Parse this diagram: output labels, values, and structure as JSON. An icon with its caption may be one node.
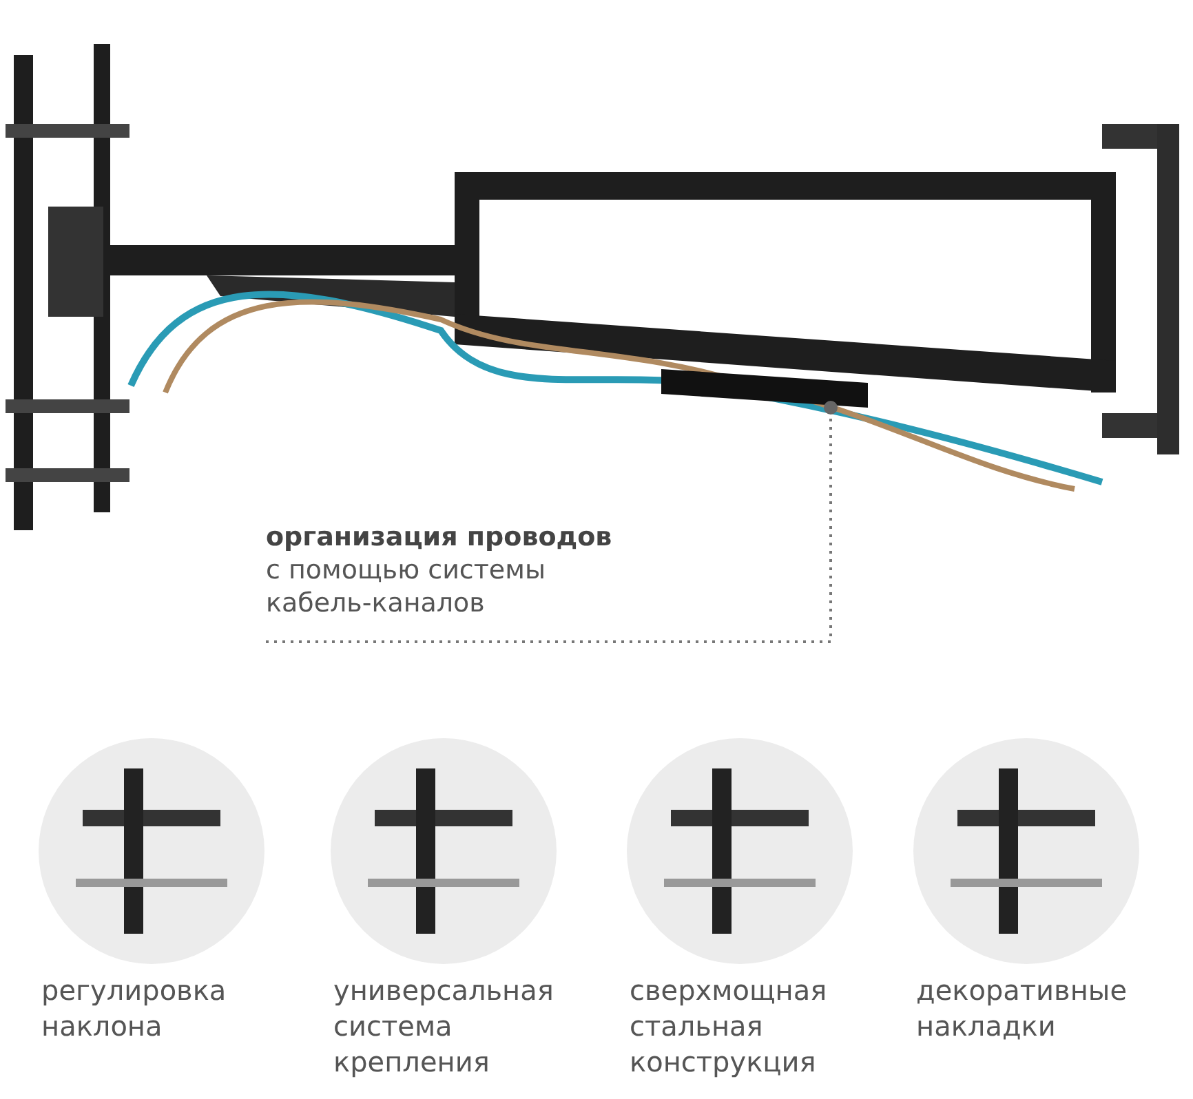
{
  "diagram": {
    "nodes": [
      {
        "text": [
          "организация проводов",
          "с помощью системы кабель-каналов"
        ]
      },
      {
        "text": [],
        "shape": "bar"
      },
      {
        "text": [],
        "shape": "picture",
        "beside": [
          "регулировка наклона"
        ]
      },
      {
        "text": [],
        "shape": "picture",
        "beside": [
          "универсальная система крепления"
        ]
      },
      {
        "text": [],
        "shape": "picture",
        "beside": [
          "сверхмощная стальная конструкция"
        ]
      },
      {
        "text": [],
        "shape": "picture",
        "beside": [
          "декоративные накладки"
        ]
      }
    ],
    "edges": [
      {
        "from": 0,
        "to": 1,
        "arrow": "other",
        "style": "dashed"
      }
    ]
  }
}
